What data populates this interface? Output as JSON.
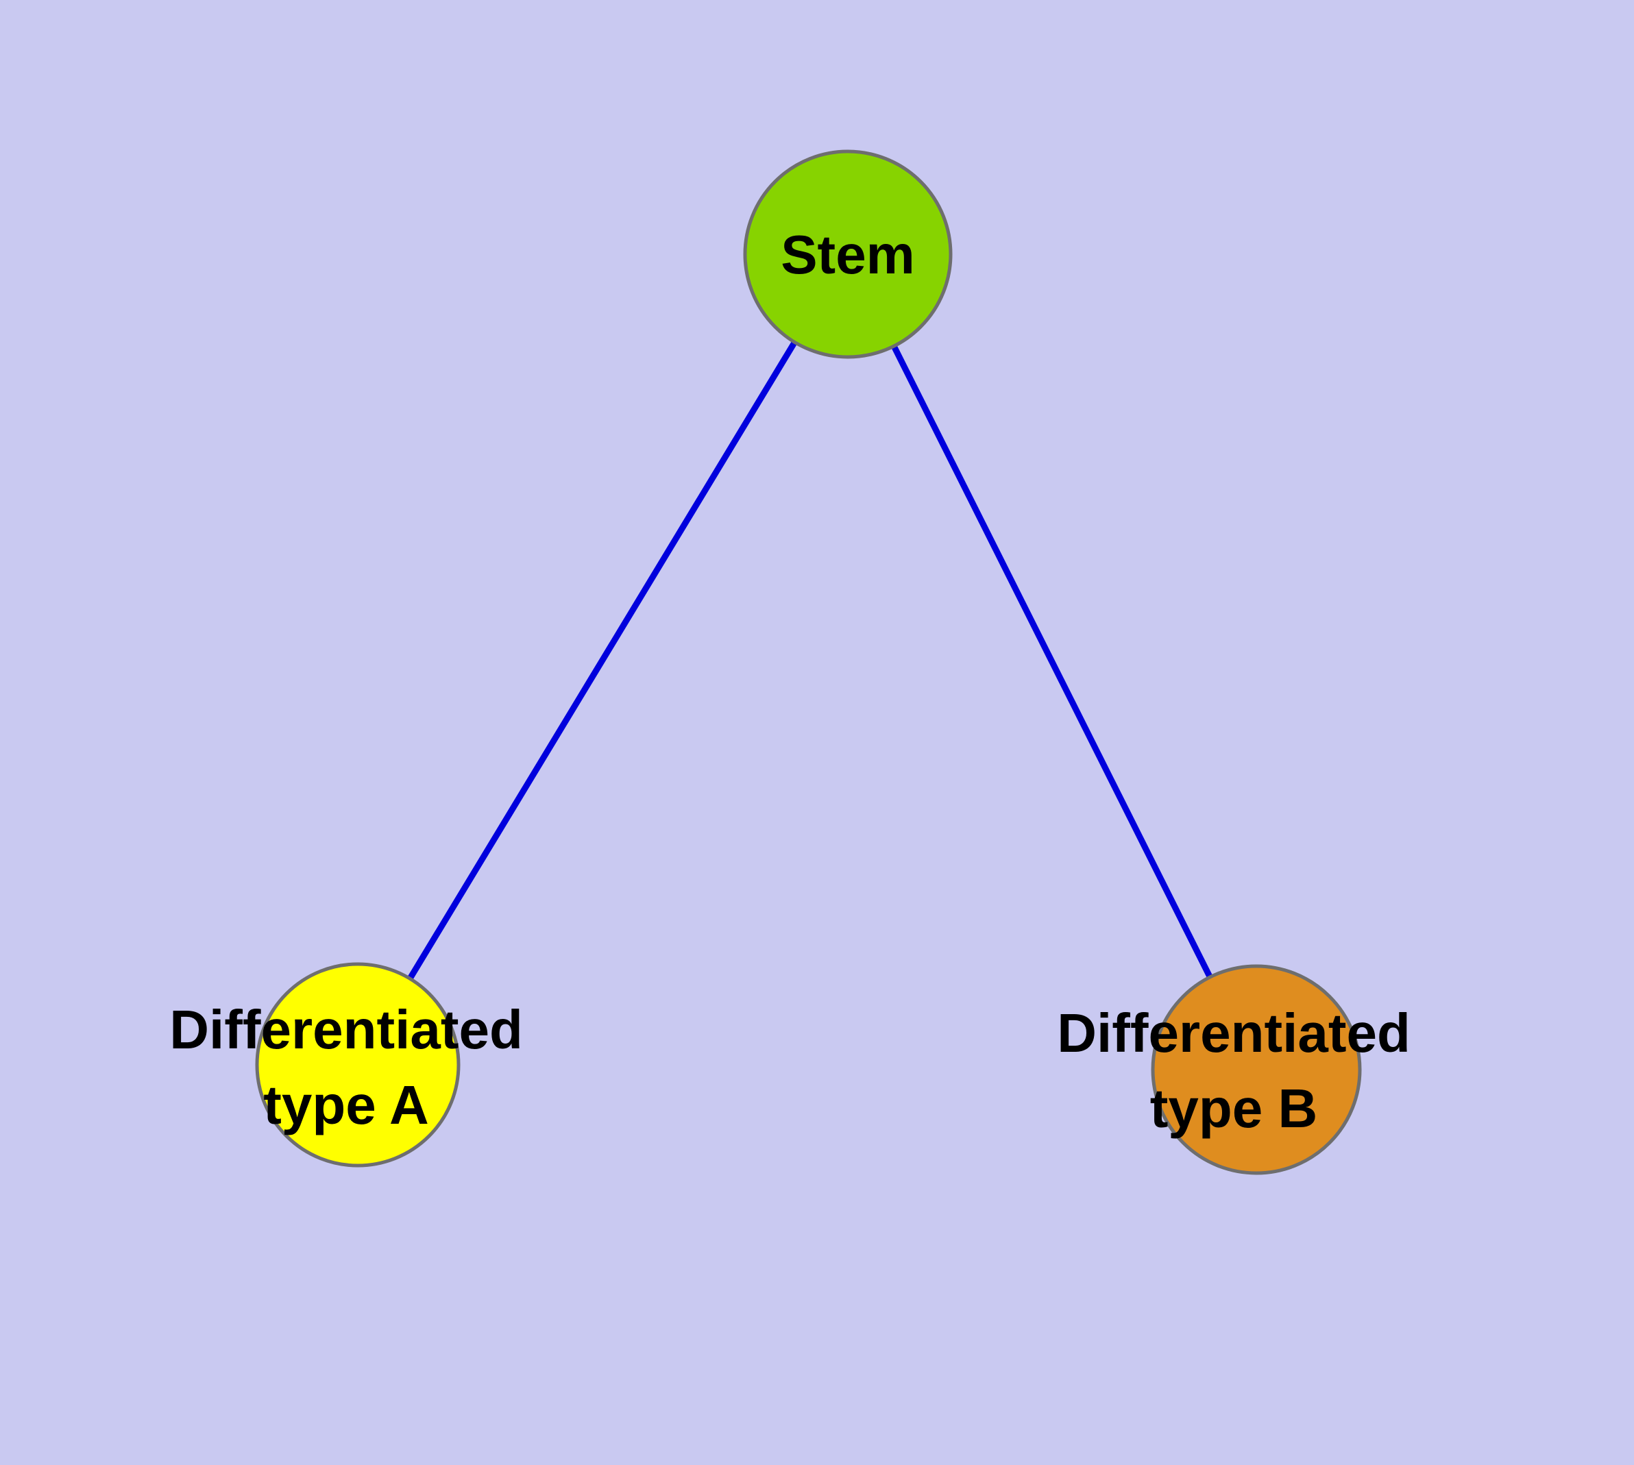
{
  "diagram": {
    "background_color": "#c9c9f1",
    "edge_color": "#0000dd",
    "node_border_color": "#6e6e6e",
    "text_color": "#000000",
    "nodes": {
      "stem": {
        "label": "Stem",
        "color": "#87d300"
      },
      "type_a": {
        "label_line1": "Differentiated",
        "label_line2": "type A",
        "color": "#ffff00"
      },
      "type_b": {
        "label_line1": "Differentiated",
        "label_line2": "type B",
        "color": "#df8d1f"
      }
    },
    "edges": [
      {
        "from": "stem",
        "to": "type_a"
      },
      {
        "from": "stem",
        "to": "type_b"
      }
    ]
  }
}
